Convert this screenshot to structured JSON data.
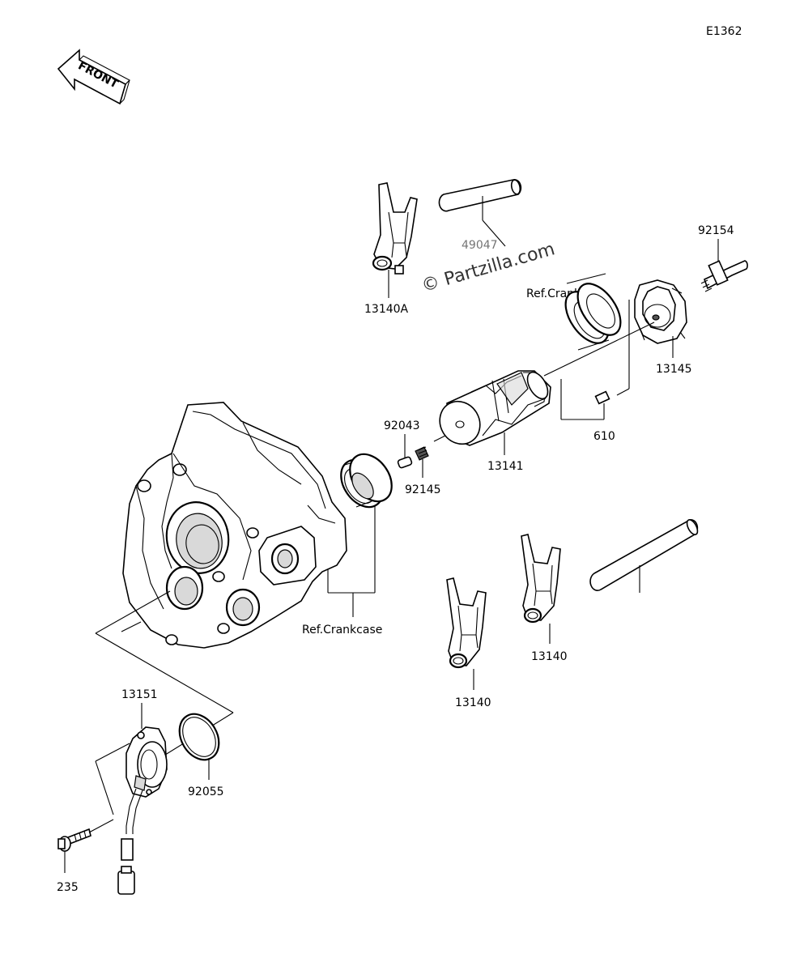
{
  "diagram_code": "E1362",
  "front_label": "FRONT",
  "watermark": "© Partzilla.com",
  "parts": [
    {
      "id": "13140A"
    },
    {
      "id": "49047_upper",
      "label": "49047"
    },
    {
      "id": "92154"
    },
    {
      "id": "ref_crankcase_top",
      "label": "Ref.Crankcase"
    },
    {
      "id": "13145"
    },
    {
      "id": "92043"
    },
    {
      "id": "92145"
    },
    {
      "id": "13141"
    },
    {
      "id": "610"
    },
    {
      "id": "ref_crankcase_mid",
      "label": "Ref.Crankcase"
    },
    {
      "id": "49047"
    },
    {
      "id": "13140_right",
      "label": "13140"
    },
    {
      "id": "13140_left",
      "label": "13140"
    },
    {
      "id": "13151"
    },
    {
      "id": "92055"
    },
    {
      "id": "235"
    }
  ]
}
